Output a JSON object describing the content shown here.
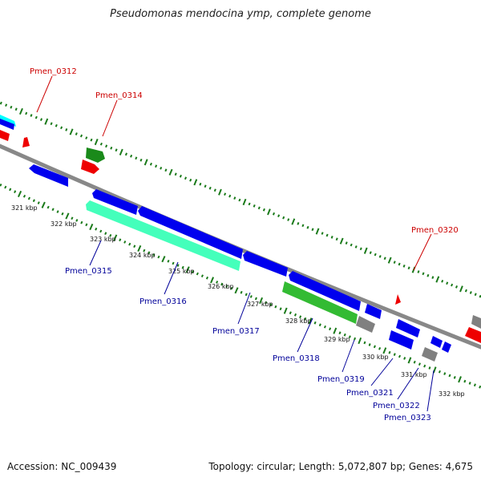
{
  "title": "Pseudomonas mendocina ymp, complete genome",
  "accession": "Accession: NC_009439",
  "summary": "Topology: circular; Length: 5,072,807 bp; Genes: 4,675",
  "colors": {
    "backbone": "#888888",
    "tick_green": "#1a7a1a",
    "label_forward": "#cc0000",
    "label_reverse": "#000099",
    "blue": "#0000ee",
    "red": "#ee0000",
    "cyan": "#00ffff",
    "aquamarine": "#44ffbb",
    "green_light": "#33bb33",
    "green_dark": "#1a8a1a",
    "gray": "#808080"
  },
  "ticks": [
    {
      "label": "321 kbp"
    },
    {
      "label": "322 kbp"
    },
    {
      "label": "323 kbp"
    },
    {
      "label": "324 kbp"
    },
    {
      "label": "325 kbp"
    },
    {
      "label": "326 kbp"
    },
    {
      "label": "327 kbp"
    },
    {
      "label": "328 kbp"
    },
    {
      "label": "329 kbp"
    },
    {
      "label": "330 kbp"
    },
    {
      "label": "331 kbp"
    },
    {
      "label": "332 kbp"
    }
  ],
  "gene_labels": [
    {
      "name": "Pmen_0312",
      "strand": "forward"
    },
    {
      "name": "Pmen_0314",
      "strand": "forward"
    },
    {
      "name": "Pmen_0320",
      "strand": "forward"
    },
    {
      "name": "Pmen_0315",
      "strand": "reverse"
    },
    {
      "name": "Pmen_0316",
      "strand": "reverse"
    },
    {
      "name": "Pmen_0317",
      "strand": "reverse"
    },
    {
      "name": "Pmen_0318",
      "strand": "reverse"
    },
    {
      "name": "Pmen_0319",
      "strand": "reverse"
    },
    {
      "name": "Pmen_0321",
      "strand": "reverse"
    },
    {
      "name": "Pmen_0322",
      "strand": "reverse"
    },
    {
      "name": "Pmen_0323",
      "strand": "reverse"
    }
  ]
}
